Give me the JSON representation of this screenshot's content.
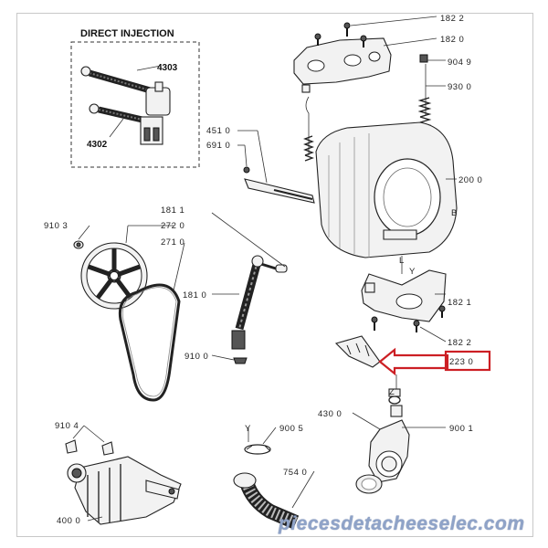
{
  "direct_injection": {
    "title": "DIRECT INJECTION",
    "labels": [
      "4303",
      "4302"
    ]
  },
  "part_labels": {
    "p1822a": "182 2",
    "p1820": "182 0",
    "p9049": "904 9",
    "p9300": "930 0",
    "p4510": "451 0",
    "p6910": "691 0",
    "p2000": "200 0",
    "p9103": "910 3",
    "p2720": "272 0",
    "p1811": "181 1",
    "p2710": "271 0",
    "p1810": "181 0",
    "p1821": "182 1",
    "p1822b": "182 2",
    "p9100": "910 0",
    "p2230": "223 0",
    "p9104": "910 4",
    "p4300": "430 0",
    "p9005": "900 5",
    "p9001": "900 1",
    "p7540": "754 0",
    "p4000": "400 0"
  },
  "letters": {
    "b": "B",
    "l": "L",
    "y": "Y",
    "z": "Z",
    "y2": "Y"
  },
  "highlight": {
    "color": "#cc1f24"
  },
  "watermark": "piecesdetacheeselec.com"
}
